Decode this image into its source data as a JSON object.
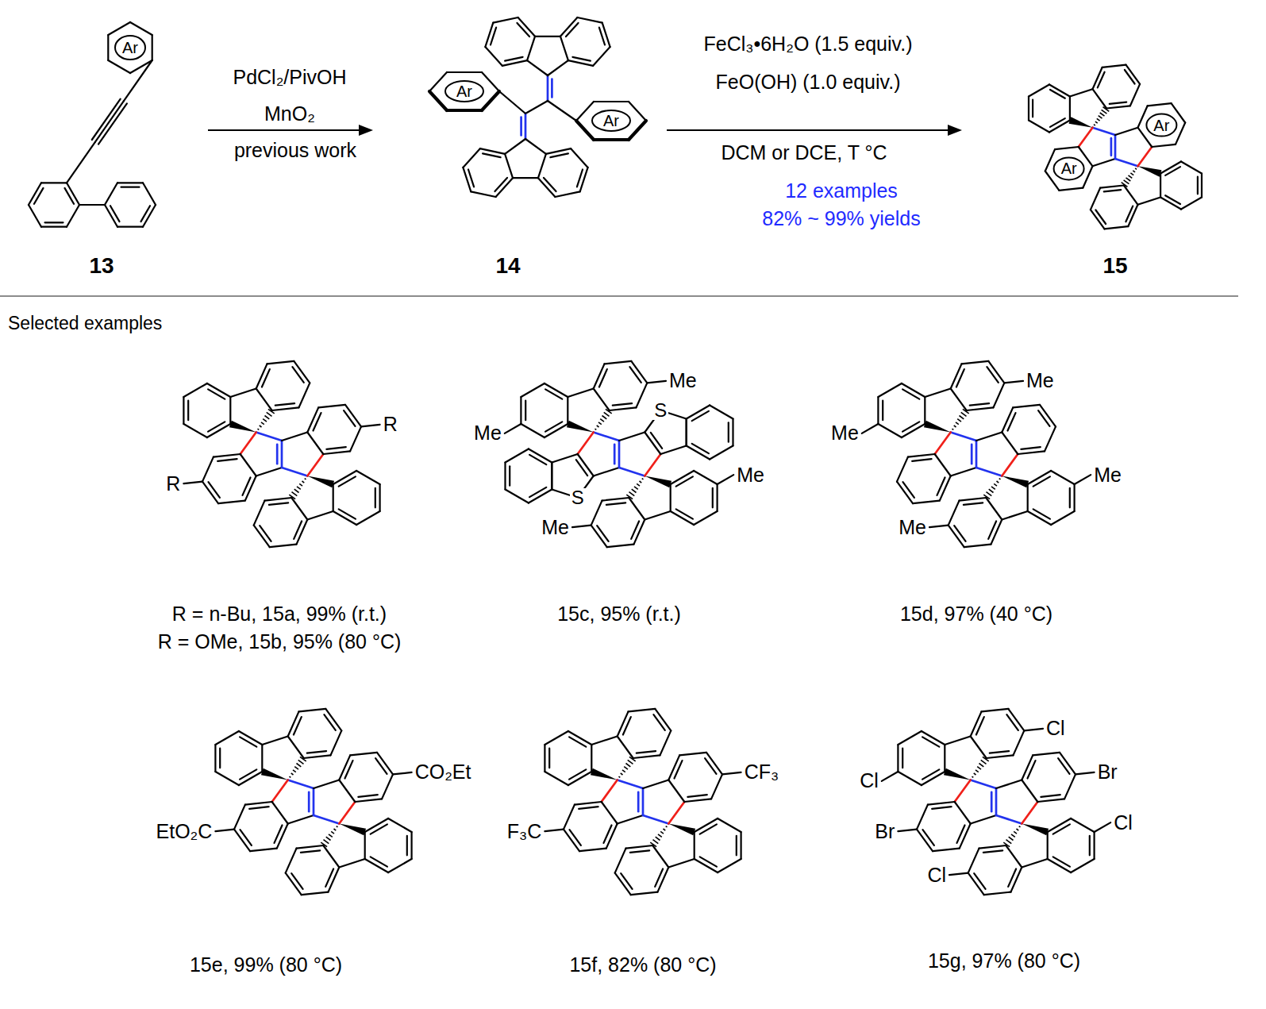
{
  "diagram": {
    "labels": [
      "Ar",
      "13",
      "PdCl₂/PivOH",
      "MnO₂",
      "previous work",
      "Ar",
      "Ar",
      "14",
      "FeCl₃•6H₂O (1.5 equiv.)",
      "FeO(OH) (1.0 equiv.)",
      "DCM or DCE, T °C",
      "12 examples",
      "82% ~ 99% yields",
      "Ar",
      "Ar",
      "15",
      "Selected examples",
      "R",
      "R",
      "R = n-Bu, 15a, 99% (r.t.)",
      "R = OMe, 15b, 95% (80 °C)",
      "Me",
      "Me",
      "Me",
      "Me",
      "S",
      "S",
      "15c, 95% (r.t.)",
      "Me",
      "Me",
      "Me",
      "Me",
      "15d, 97% (40 °C)",
      "EtO₂C",
      "CO₂Et",
      "15e, 99% (80 °C)",
      "F₃C",
      "CF₃",
      "15f, 82% (80 °C)",
      "Cl",
      "Cl",
      "Br",
      "Br",
      "Cl",
      "Cl",
      "15g, 97% (80 °C)"
    ]
  }
}
